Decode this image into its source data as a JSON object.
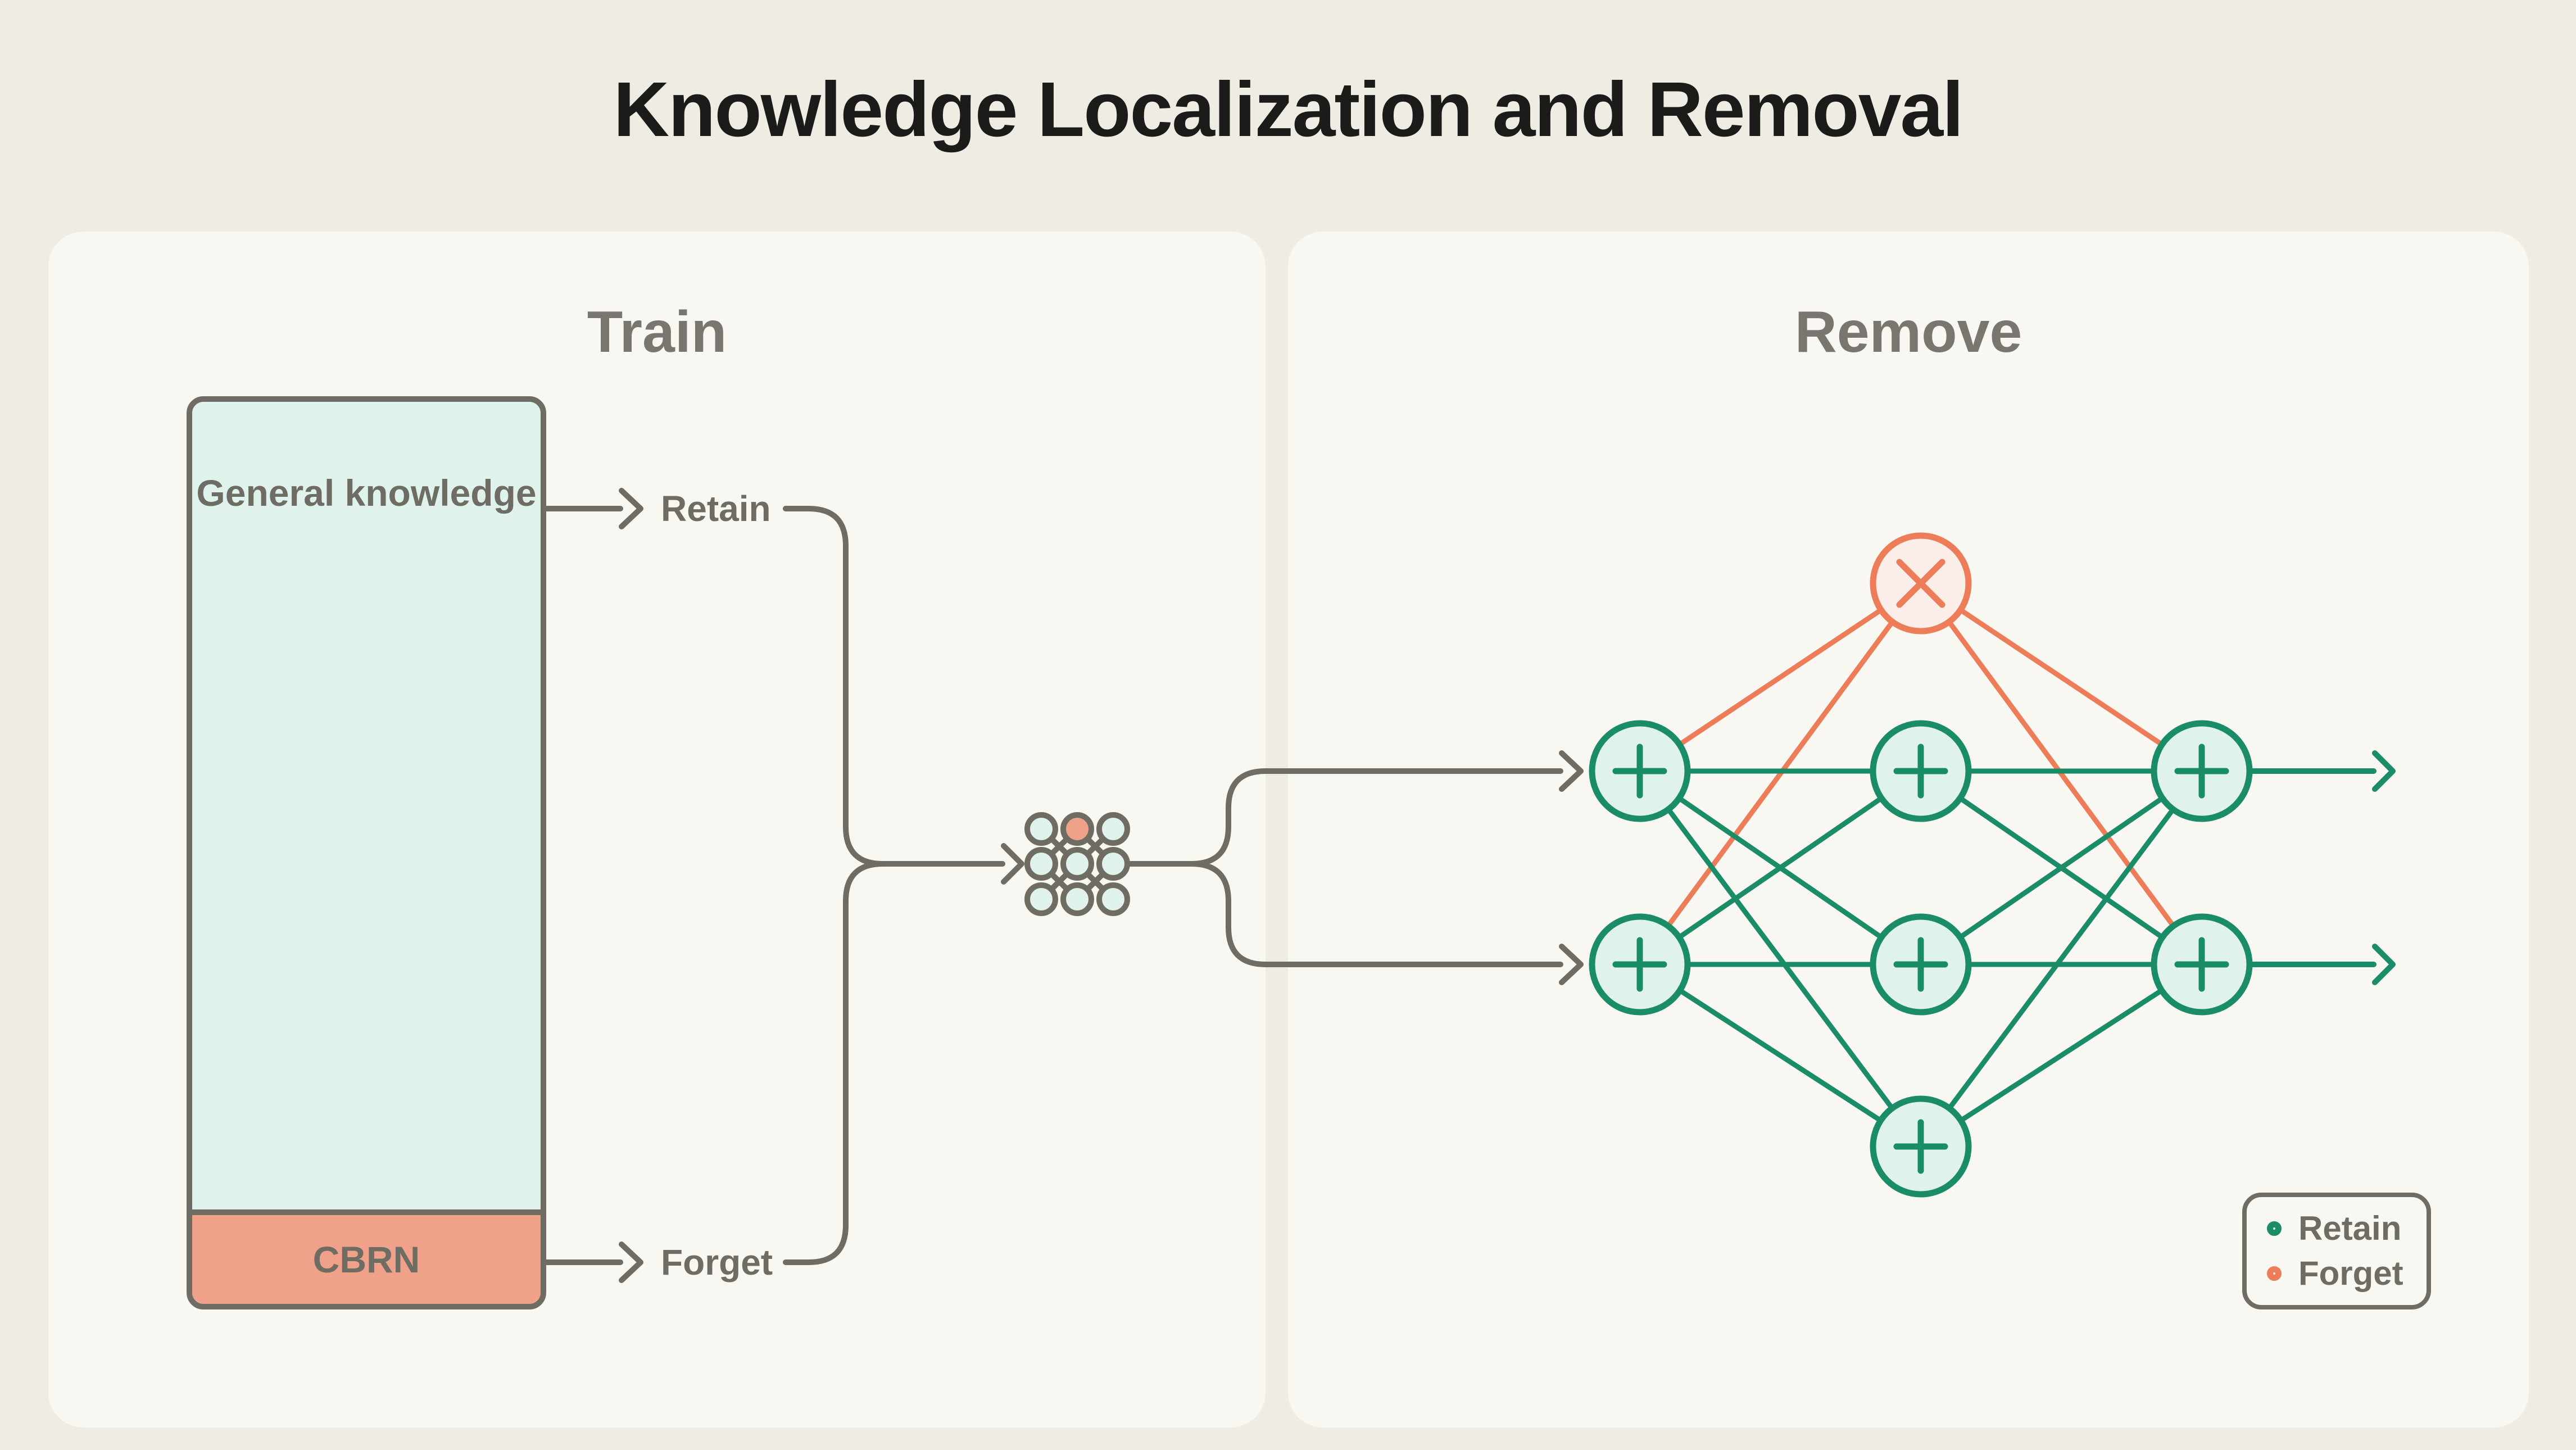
{
  "title": "Knowledge Localization and Removal",
  "colors": {
    "page_bg": "#EFECE4",
    "panel_bg": "#F9F7F1",
    "gray": "#6F6D63",
    "label_gray": "#797670",
    "title_ink": "#1B1B19",
    "mint": "#E0F2EC",
    "salmon": "#F0A189",
    "green": "#1A8D68",
    "orange": "#ED7C58",
    "forget_fill": "#FBEEE8"
  },
  "train_panel": {
    "label": "Train",
    "box": {
      "general_label": "General knowledge",
      "cbrn_label": "CBRN"
    },
    "retain_label": "Retain",
    "forget_label": "Forget"
  },
  "remove_panel": {
    "label": "Remove",
    "legend": {
      "items": [
        {
          "label": "Retain",
          "type": "retain",
          "color": "#1A8D68"
        },
        {
          "label": "Forget",
          "type": "forget",
          "color": "#ED7C58"
        }
      ]
    }
  },
  "model_grid": {
    "rows": 3,
    "cols": 3,
    "forget_cell": {
      "row": 1,
      "col": 2
    }
  },
  "network": {
    "input_nodes": 2,
    "hidden_nodes": 4,
    "output_nodes": 2,
    "forget_hidden_nodes": 1,
    "retain_glyph": "+",
    "forget_glyph": "×"
  }
}
